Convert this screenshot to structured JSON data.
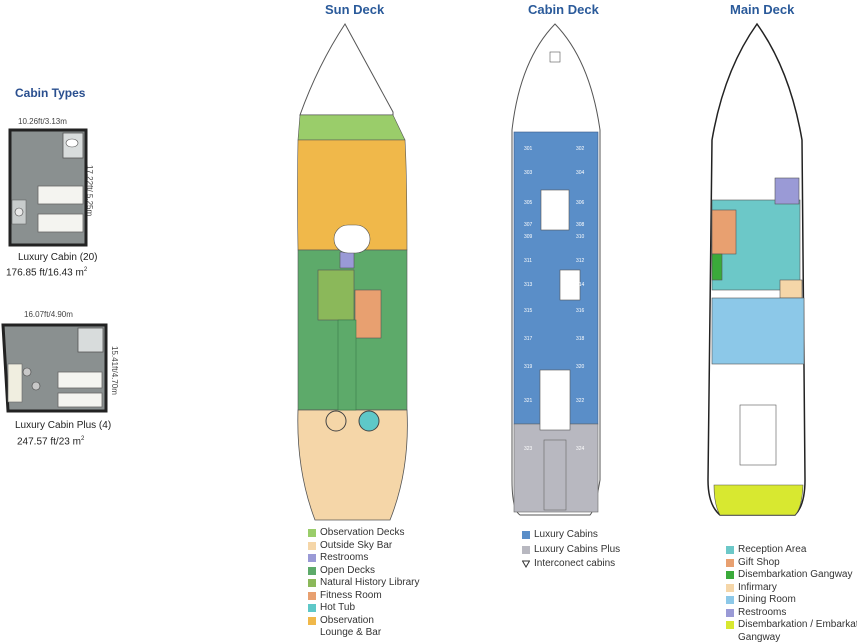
{
  "cabin_types": {
    "title": "Cabin Types",
    "luxury": {
      "width_dim": "10.26ft/3.13m",
      "depth_dim": "17.22ft/ 5.25m",
      "name": "Luxury Cabin (20)",
      "area": "176.85 ft/16.43 m",
      "area_sup": "2"
    },
    "luxury_plus": {
      "width_dim": "16.07ft/4.90m",
      "depth_dim": "15.41ft/4.70m",
      "name": "Luxury Cabin Plus (4)",
      "area": "247.57 ft/23 m",
      "area_sup": "2"
    }
  },
  "decks": {
    "sun": {
      "title": "Sun Deck",
      "legend": [
        {
          "label": "Observation Decks",
          "color": "#9acd6a"
        },
        {
          "label": "Outside Sky Bar",
          "color": "#f5d6a8"
        },
        {
          "label": "Restrooms",
          "color": "#9a9ad6"
        },
        {
          "label": "Open Decks",
          "color": "#5daa6a"
        },
        {
          "label": "Natural History Library",
          "color": "#8bb85a"
        },
        {
          "label": "Fitness Room",
          "color": "#e8a070"
        },
        {
          "label": "Hot Tub",
          "color": "#5ec8c8"
        },
        {
          "label": "Observation",
          "color": "#f0b84a"
        },
        {
          "label": "Lounge & Bar",
          "color": ""
        }
      ]
    },
    "cabin": {
      "title": "Cabin Deck",
      "legend": [
        {
          "label": "Luxury Cabins",
          "color": "#5a8ec8"
        },
        {
          "label": "Luxury Cabins Plus",
          "color": "#b8b8c0"
        },
        {
          "label": "Interconect cabins",
          "color": "triangle"
        }
      ],
      "cabin_numbers": [
        "301",
        "302",
        "303",
        "304",
        "305",
        "306",
        "307",
        "308",
        "309",
        "310",
        "311",
        "312",
        "313",
        "314",
        "315",
        "316",
        "317",
        "318",
        "319",
        "320",
        "321",
        "322",
        "323",
        "324"
      ]
    },
    "main": {
      "title": "Main Deck",
      "legend": [
        {
          "label": "Reception Area",
          "color": "#6cc8c8"
        },
        {
          "label": "Gift Shop",
          "color": "#e8a070"
        },
        {
          "label": "Disembarkation Gangway",
          "color": "#3aaa3a"
        },
        {
          "label": "Infirmary",
          "color": "#f5d6a8"
        },
        {
          "label": "Dining Room",
          "color": "#8cc8e8"
        },
        {
          "label": "Restrooms",
          "color": "#9a9ad6"
        },
        {
          "label": "Disembarkation / Embarkation",
          "color": "#d8e830"
        },
        {
          "label": "Gangway",
          "color": ""
        }
      ]
    }
  }
}
